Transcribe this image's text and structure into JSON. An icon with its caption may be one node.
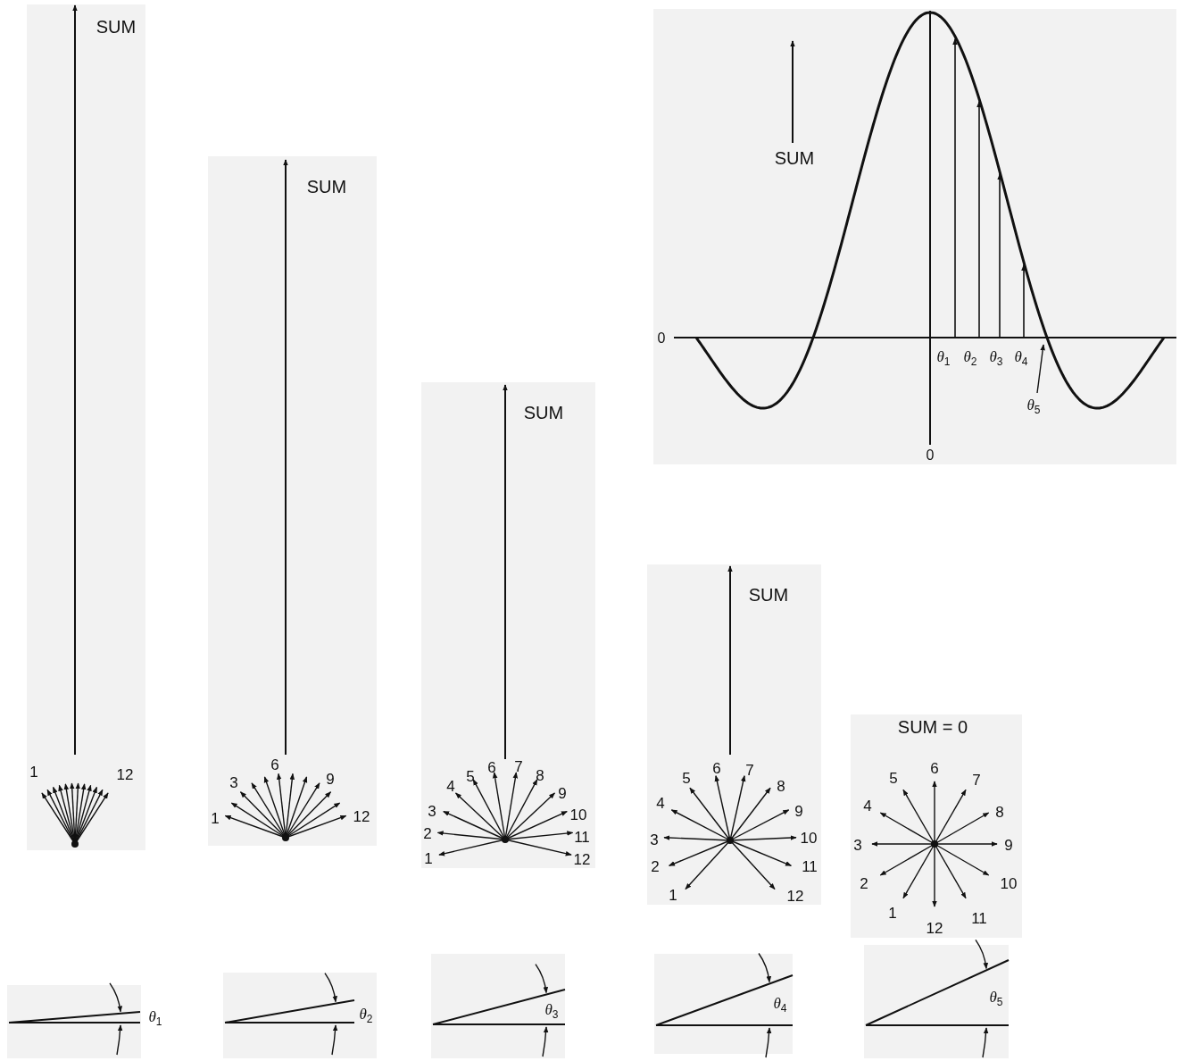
{
  "diagram": {
    "labels": [
      "SUM",
      "1",
      "12",
      "SUM",
      "6",
      "3",
      "9",
      "1",
      "12",
      "SUM",
      "1",
      "2",
      "3",
      "4",
      "5",
      "6",
      "7",
      "8",
      "9",
      "10",
      "11",
      "12",
      "SUM",
      "1",
      "2",
      "3",
      "4",
      "5",
      "6",
      "7",
      "8",
      "9",
      "10",
      "11",
      "12",
      "SUM = 0",
      "1",
      "2",
      "3",
      "4",
      "5",
      "6",
      "7",
      "8",
      "9",
      "10",
      "11",
      "12",
      "SUM",
      "0",
      "θ$_{1}$",
      "θ$_{2}$",
      "θ$_{3}$",
      "θ$_{4}$",
      "θ$_{5}$",
      "0",
      "θ$_{1}$",
      "θ$_{2}$",
      "θ$_{3}$",
      "θ$_{4}$",
      "θ$_{5}$"
    ]
  }
}
